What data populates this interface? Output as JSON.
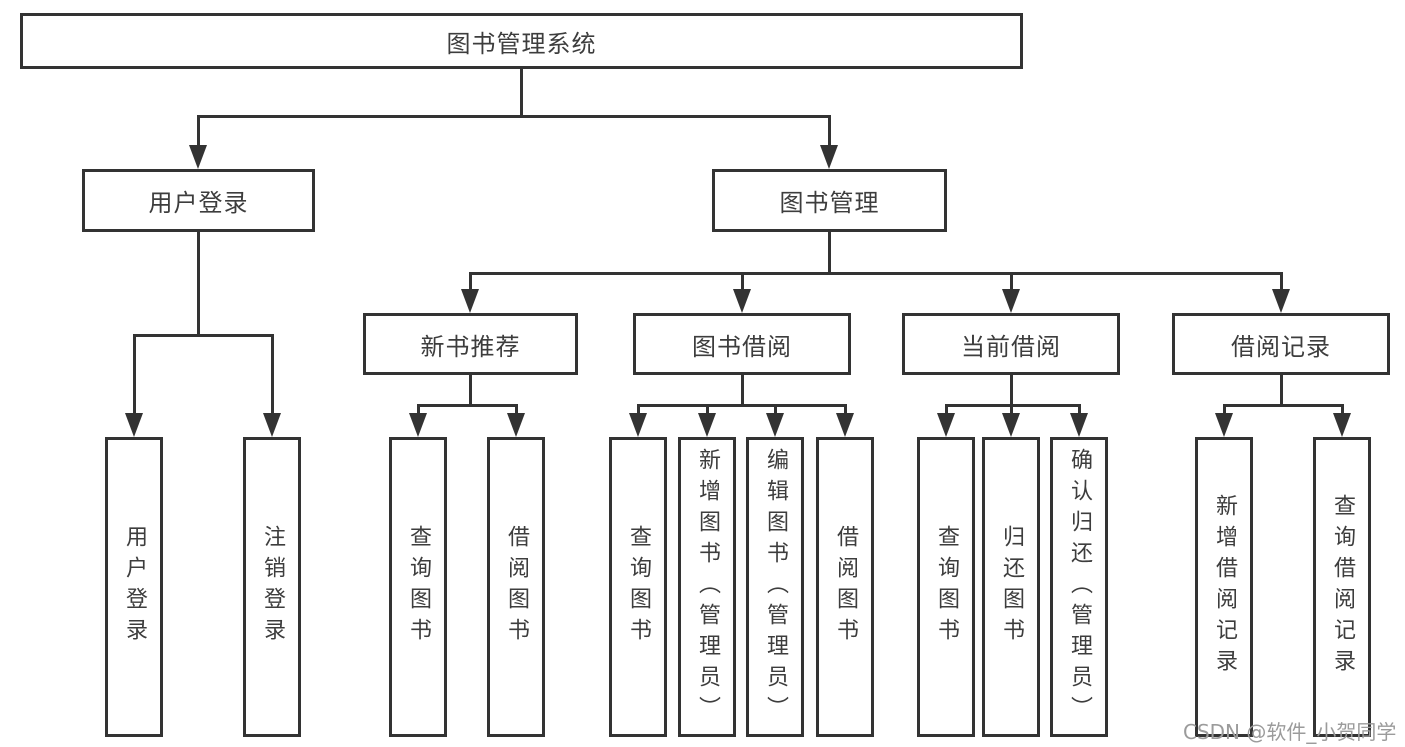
{
  "diagram": {
    "root": {
      "label": "图书管理系统"
    },
    "level2": [
      {
        "id": "user-login",
        "label": "用户登录",
        "children": [
          {
            "label": "用户登录"
          },
          {
            "label": "注销登录"
          }
        ]
      },
      {
        "id": "book-management",
        "label": "图书管理",
        "children": [
          {
            "id": "new-book-recommend",
            "label": "新书推荐",
            "children": [
              {
                "label": "查询图书"
              },
              {
                "label": "借阅图书"
              }
            ]
          },
          {
            "id": "book-borrow",
            "label": "图书借阅",
            "children": [
              {
                "label": "查询图书"
              },
              {
                "label": "新增图书（管理员）"
              },
              {
                "label": "编辑图书（管理员）"
              },
              {
                "label": "借阅图书"
              }
            ]
          },
          {
            "id": "current-borrow",
            "label": "当前借阅",
            "children": [
              {
                "label": "查询图书"
              },
              {
                "label": "归还图书"
              },
              {
                "label": "确认归还（管理员）"
              }
            ]
          },
          {
            "id": "borrow-records",
            "label": "借阅记录",
            "children": [
              {
                "label": "新增借阅记录"
              },
              {
                "label": "查询借阅记录"
              }
            ]
          }
        ]
      }
    ]
  },
  "watermark": {
    "text": "CSDN @软件_小贺同学"
  },
  "colors": {
    "line": "#333333",
    "box_border": "#333333",
    "text": "#3d3d3d",
    "watermark": "#9b9b9b",
    "background": "#ffffff"
  }
}
